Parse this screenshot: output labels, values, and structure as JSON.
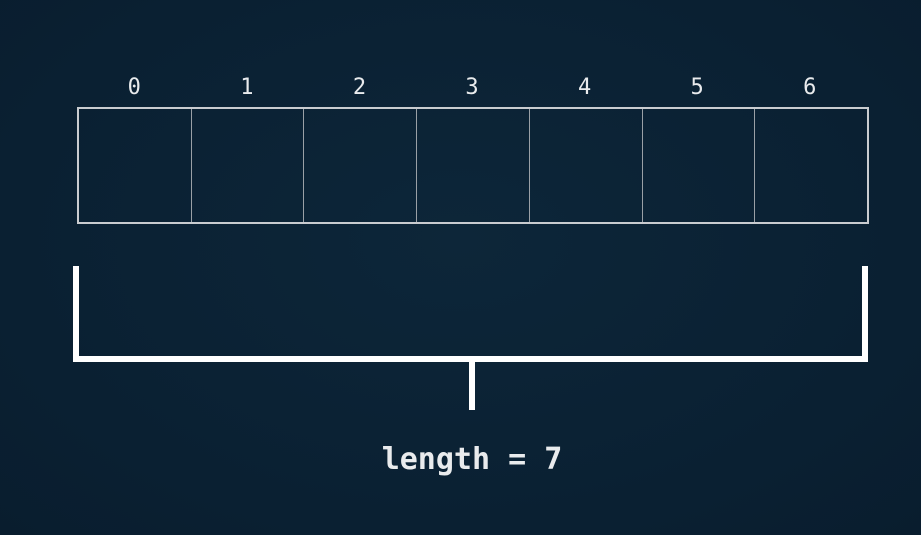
{
  "array": {
    "indices": [
      "0",
      "1",
      "2",
      "3",
      "4",
      "5",
      "6"
    ],
    "cell_values": [
      "",
      "",
      "",
      "",
      "",
      "",
      ""
    ]
  },
  "length_label": "length = 7",
  "colors": {
    "background": "#0b2235",
    "text": "#e9ebed",
    "cell_border": "#c9ccd0",
    "bracket": "#ffffff"
  }
}
